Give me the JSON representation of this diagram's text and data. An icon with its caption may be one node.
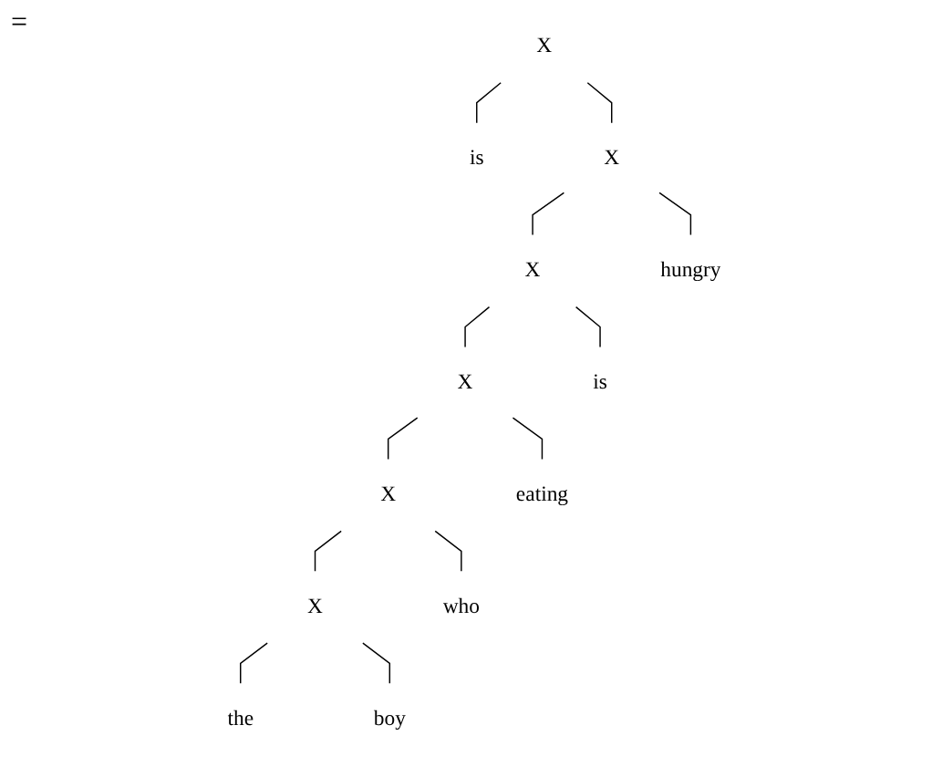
{
  "diagram": {
    "nodes": [
      {
        "text": [
          "X"
        ]
      },
      {
        "text": [
          "is"
        ]
      },
      {
        "text": [
          "X"
        ]
      },
      {
        "text": [
          "X"
        ]
      },
      {
        "text": [
          "hungry"
        ]
      },
      {
        "text": [
          "X"
        ]
      },
      {
        "text": [
          "is"
        ]
      },
      {
        "text": [
          "X"
        ]
      },
      {
        "text": [
          "eating"
        ]
      },
      {
        "text": [
          "X"
        ]
      },
      {
        "text": [
          "who"
        ]
      },
      {
        "text": [
          "the"
        ]
      },
      {
        "text": [
          "boy"
        ]
      }
    ],
    "edges": [
      {
        "from": 0,
        "to": 1,
        "arrow": "none"
      },
      {
        "from": 0,
        "to": 2,
        "arrow": "none"
      },
      {
        "from": 2,
        "to": 3,
        "arrow": "none"
      },
      {
        "from": 2,
        "to": 4,
        "arrow": "none"
      },
      {
        "from": 3,
        "to": 5,
        "arrow": "none"
      },
      {
        "from": 3,
        "to": 6,
        "arrow": "none"
      },
      {
        "from": 5,
        "to": 7,
        "arrow": "none"
      },
      {
        "from": 5,
        "to": 8,
        "arrow": "none"
      },
      {
        "from": 7,
        "to": 9,
        "arrow": "none"
      },
      {
        "from": 7,
        "to": 10,
        "arrow": "none"
      },
      {
        "from": 9,
        "to": 11,
        "arrow": "none"
      },
      {
        "from": 9,
        "to": 12,
        "arrow": "none"
      }
    ],
    "labels": [
      "="
    ]
  }
}
